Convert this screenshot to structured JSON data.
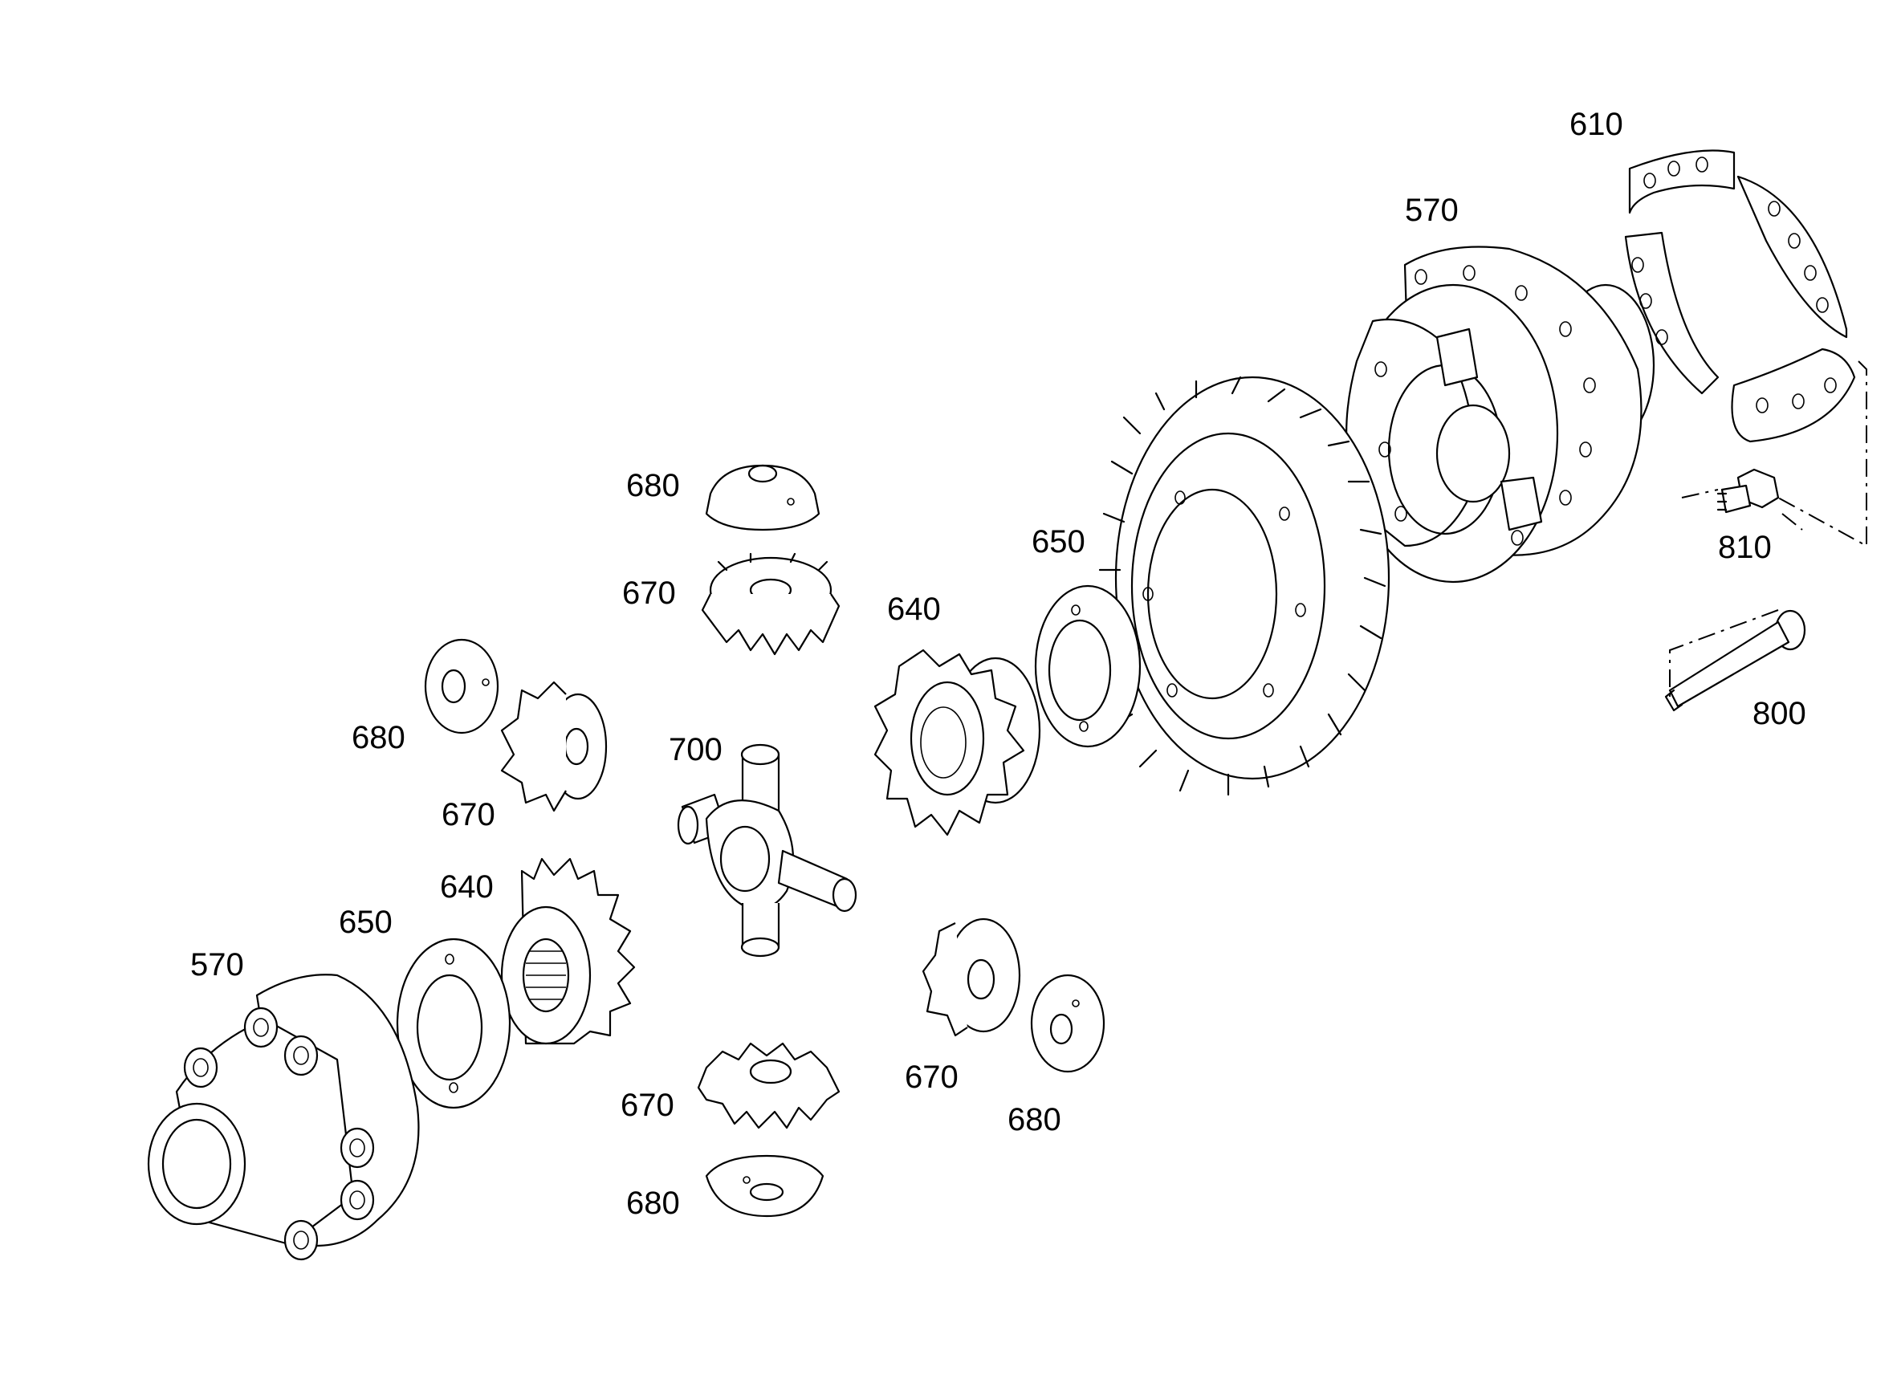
{
  "callouts": {
    "c610": "610",
    "c570_top": "570",
    "c680_top": "680",
    "c650_right": "650",
    "c670_top": "670",
    "c640_right": "640",
    "c810": "810",
    "c680_left": "680",
    "c700": "700",
    "c800": "800",
    "c670_left": "670",
    "c640_left": "640",
    "c650_left": "650",
    "c570_left": "570",
    "c670_right": "670",
    "c680_right": "680",
    "c670_bottom": "670",
    "c680_bottom": "680"
  }
}
